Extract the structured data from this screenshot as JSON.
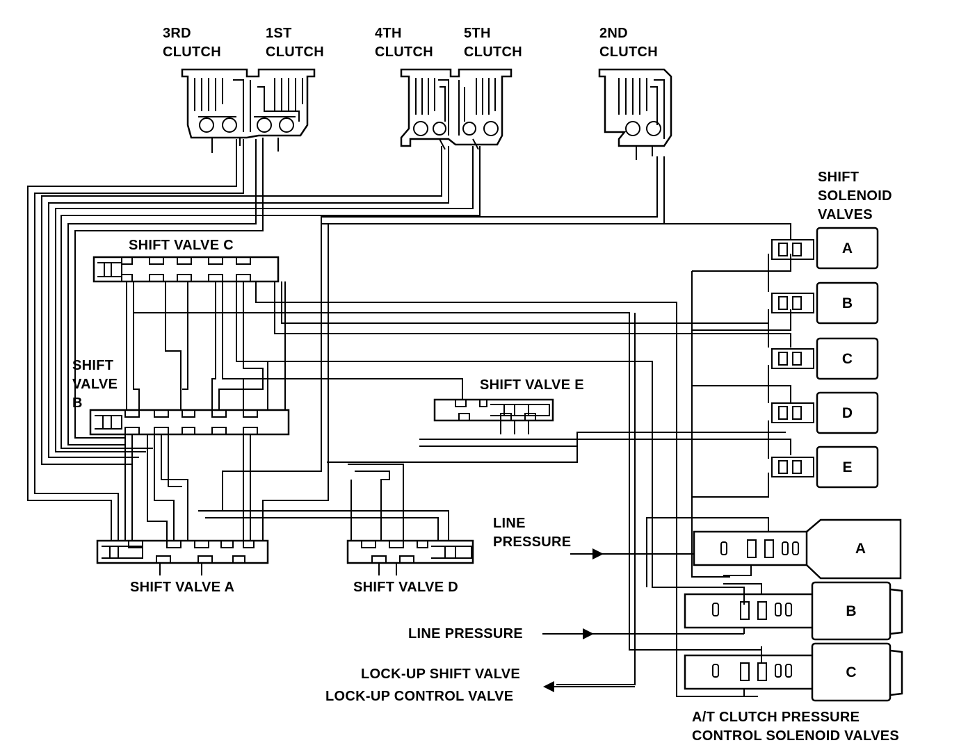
{
  "clutches": {
    "third": "3RD\nCLUTCH",
    "first": "1ST\nCLUTCH",
    "fourth": "4TH\nCLUTCH",
    "fifth": "5TH\nCLUTCH",
    "second": "2ND\nCLUTCH"
  },
  "shift_valves": {
    "a": "SHIFT VALVE A",
    "b": "SHIFT\nVALVE\nB",
    "c": "SHIFT VALVE C",
    "d": "SHIFT VALVE D",
    "e": "SHIFT VALVE E"
  },
  "shift_solenoids": {
    "title": "SHIFT\nSOLENOID\nVALVES",
    "items": [
      "A",
      "B",
      "C",
      "D",
      "E"
    ]
  },
  "pressure_solenoids": {
    "title": "A/T CLUTCH PRESSURE\nCONTROL SOLENOID VALVES",
    "items": [
      "A",
      "B",
      "C"
    ]
  },
  "flow_labels": {
    "line_pressure_1": "LINE\nPRESSURE",
    "line_pressure_2": "LINE PRESSURE",
    "lockup_shift": "LOCK-UP SHIFT VALVE",
    "lockup_control": "LOCK-UP CONTROL VALVE"
  }
}
